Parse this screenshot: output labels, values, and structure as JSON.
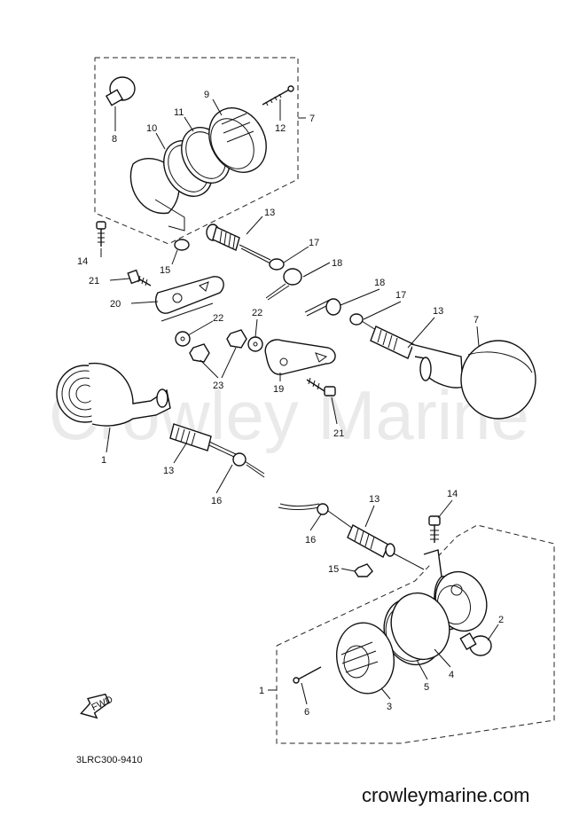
{
  "watermark": "Crowley Marine",
  "diagram_code": "3LRC300-9410",
  "fwd_label": "FWD",
  "footer_url": "crowleymarine.com",
  "part_labels": {
    "p1a": "1",
    "p1b": "1",
    "p2": "2",
    "p3": "3",
    "p4": "4",
    "p5": "5",
    "p6": "6",
    "p7a": "7",
    "p7b": "7",
    "p8": "8",
    "p9": "9",
    "p10": "10",
    "p11": "11",
    "p12": "12",
    "p13a": "13",
    "p13b": "13",
    "p13c": "13",
    "p13d": "13",
    "p14a": "14",
    "p14b": "14",
    "p15a": "15",
    "p15b": "15",
    "p16a": "16",
    "p16b": "16",
    "p17a": "17",
    "p17b": "17",
    "p18a": "18",
    "p18b": "18",
    "p19": "19",
    "p20": "20",
    "p21a": "21",
    "p21b": "21",
    "p22a": "22",
    "p22b": "22",
    "p23": "23"
  }
}
